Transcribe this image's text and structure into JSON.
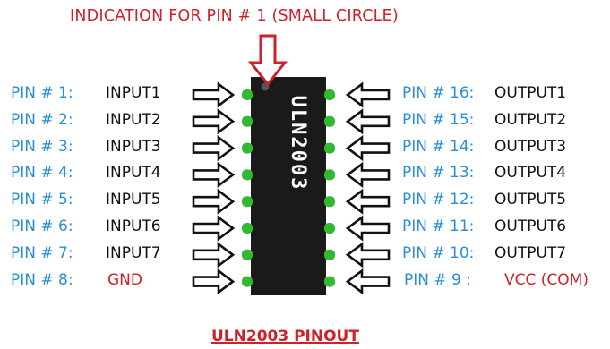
{
  "title": "INDICATION FOR PIN # 1 (SMALL CIRCLE)",
  "footer": "ULN2003 PINOUT",
  "chip": {
    "label": "ULN2003"
  },
  "colors": {
    "pin_number": "#2a8fd6",
    "red": "#d0212a",
    "chip_body": "#1a1a1a",
    "pin_lead": "#33b833",
    "arrow_outline": "#111111",
    "chip_text": "#ffffff"
  },
  "left_pins": [
    {
      "number": "PIN # 1:",
      "signal": "INPUT1"
    },
    {
      "number": "PIN # 2:",
      "signal": "INPUT2"
    },
    {
      "number": "PIN # 3:",
      "signal": "INPUT3"
    },
    {
      "number": "PIN # 4:",
      "signal": "INPUT4"
    },
    {
      "number": "PIN # 5:",
      "signal": "INPUT5"
    },
    {
      "number": "PIN # 6:",
      "signal": "INPUT6"
    },
    {
      "number": "PIN # 7:",
      "signal": "INPUT7"
    },
    {
      "number": "PIN # 8:",
      "signal": "GND"
    }
  ],
  "right_pins": [
    {
      "number": "PIN # 16:",
      "signal": "OUTPUT1"
    },
    {
      "number": "PIN # 15:",
      "signal": "OUTPUT2"
    },
    {
      "number": "PIN # 14:",
      "signal": "OUTPUT3"
    },
    {
      "number": "PIN # 13:",
      "signal": "OUTPUT4"
    },
    {
      "number": "PIN # 12:",
      "signal": "OUTPUT5"
    },
    {
      "number": "PIN # 11:",
      "signal": "OUTPUT6"
    },
    {
      "number": "PIN # 10:",
      "signal": "OUTPUT7"
    },
    {
      "number": "PIN # 9 :",
      "signal": "VCC (COM)"
    }
  ]
}
